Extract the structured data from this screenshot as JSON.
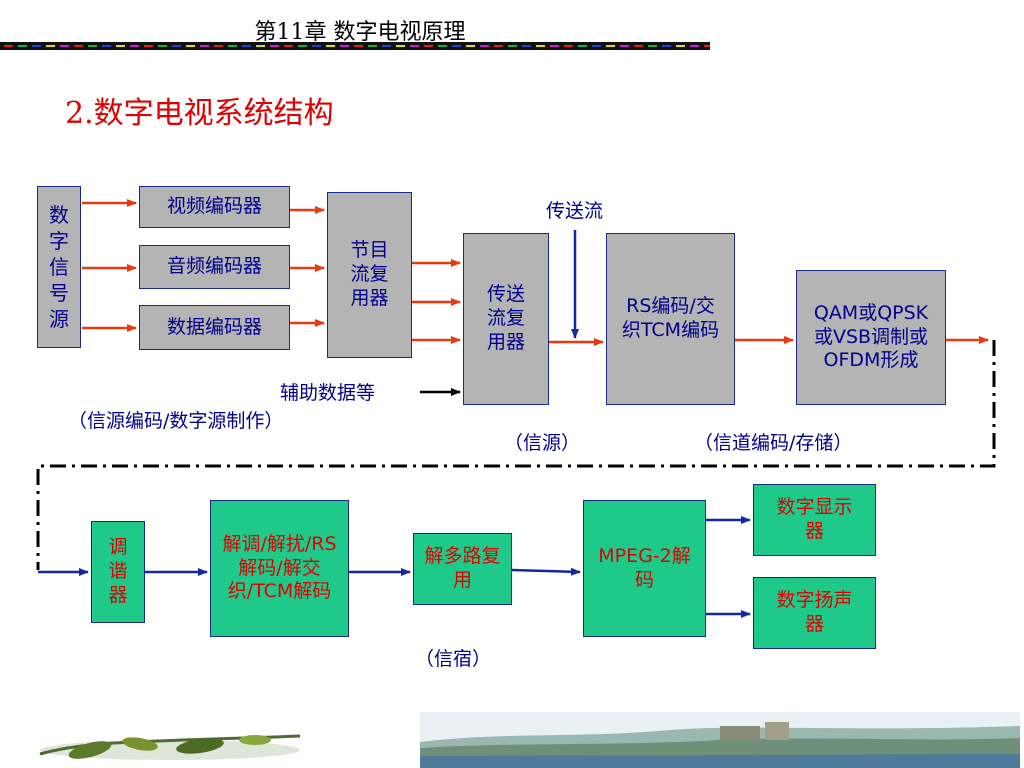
{
  "header": {
    "chapter": "第11章  数字电视原理"
  },
  "title": "2.数字电视系统结构",
  "transmitter": {
    "source": "数字信号源",
    "video_encoder": "视频编码器",
    "audio_encoder": "音频编码器",
    "data_encoder": "数据编码器",
    "program_mux": "节目流复用器",
    "ts_mux": "传送流复用器",
    "rs_encoder": "RS编码/交织TCM编码",
    "modulation": "QAM或QPSK或VSB调制或OFDM形成",
    "transport_stream_label": "传送流",
    "aux_data_label": "辅助数据等",
    "caption_source_coding": "（信源编码/数字源制作）",
    "caption_source": "（信源）",
    "caption_channel": "（信道编码/存储）"
  },
  "receiver": {
    "tuner": "调谐器",
    "demod": "解调/解扰/RS解码/解交织/TCM解码",
    "demux": "解多路复用",
    "mpeg_decoder": "MPEG-2解码",
    "display": "数字显示器",
    "speaker": "数字扬声器",
    "caption_sink": "（信宿）"
  },
  "colors": {
    "arrow_red": "#e83a10",
    "arrow_blue": "#1428a0",
    "box_gray": "#b4b4b4",
    "box_green": "#1ec98a",
    "title_red": "#e00000",
    "text_blue": "#00008c"
  }
}
